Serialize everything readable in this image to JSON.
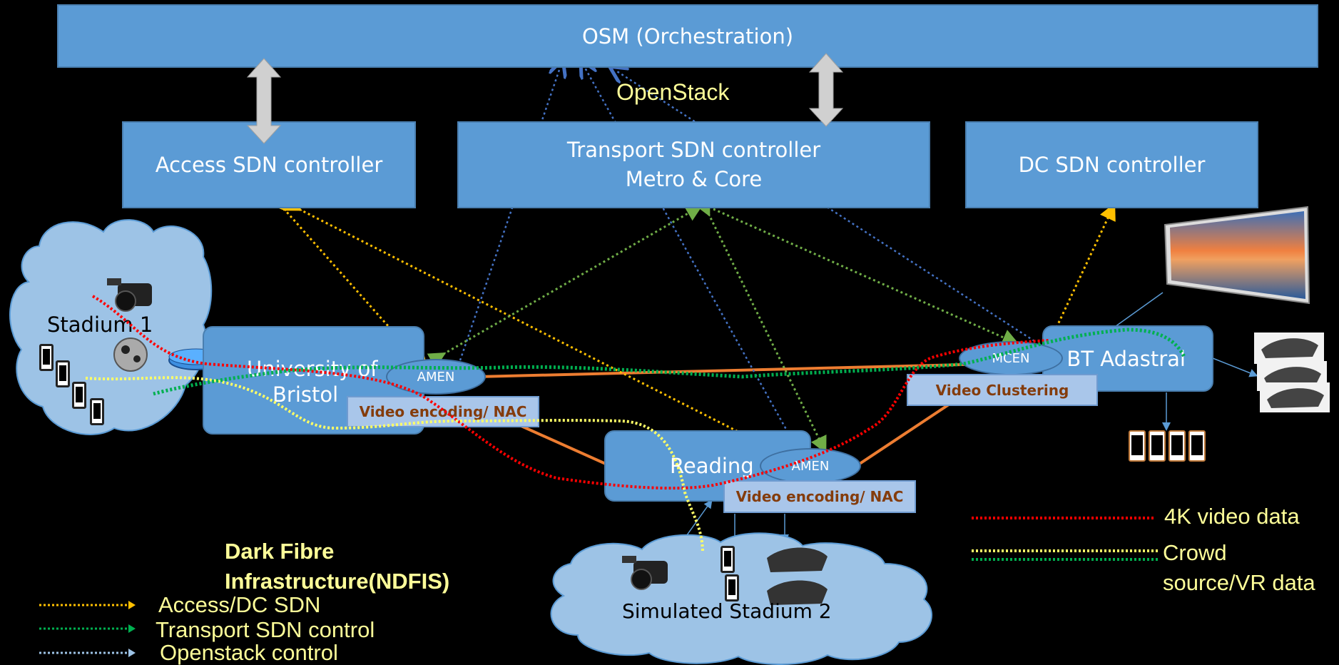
{
  "osm": {
    "title": "OSM (Orchestration)"
  },
  "openstack_label": "OpenStack",
  "controllers": {
    "access": "Access SDN controller",
    "transport_line1": "Transport SDN controller",
    "transport_line2": "Metro & Core",
    "dc": "DC SDN controller"
  },
  "sites": {
    "stadium1": "Stadium 1",
    "bristol_line1": "University of",
    "bristol_line2": "Bristol",
    "reading": "Reading",
    "bt": "BT Adastral",
    "stadium2": "Simulated Stadium 2"
  },
  "nodes": {
    "amen_bristol": "AMEN",
    "amen_reading": "AMEN",
    "mcen": "MCEN"
  },
  "functions": {
    "bristol": "Video encoding/ NAC",
    "reading": "Video encoding/ NAC",
    "bt": "Video Clustering"
  },
  "fibre": {
    "line1": "Dark Fibre",
    "line2": "Infrastructure(NDFIS)"
  },
  "legend_left": [
    {
      "label": "Access/DC SDN",
      "color": "#ffc000"
    },
    {
      "label": "Transport SDN control",
      "color": "#00b050"
    },
    {
      "label": "Openstack control",
      "color": "#9dc3e6"
    }
  ],
  "legend_right": {
    "video": {
      "label": "4K video data",
      "color": "#ff0000"
    },
    "crowd_line1": "Crowd",
    "crowd_line2": "source/VR data",
    "crowd_colors": [
      "#ffff66",
      "#00b050"
    ]
  },
  "colors": {
    "box_fill": "#5b9bd5",
    "fibre_link": "#ed7d31",
    "openstack_ctrl": "#4472c4",
    "access_ctrl": "#ffc000",
    "transport_ctrl": "#70ad47"
  }
}
